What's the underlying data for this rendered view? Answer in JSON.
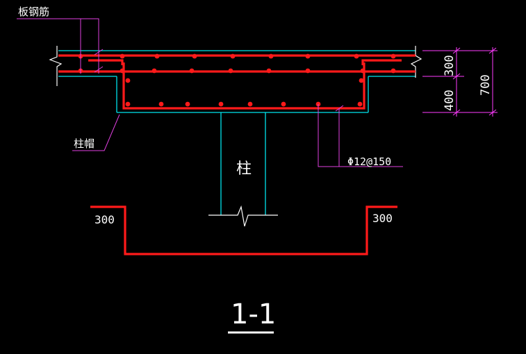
{
  "labels": {
    "slab_rebar": "板钢筋",
    "column_cap": "柱帽",
    "column": "柱",
    "stirrup": "Φ12@150",
    "dim_300": "300",
    "dim_400": "400",
    "dim_700": "700",
    "cap_left_width": "300",
    "cap_right_width": "300",
    "section_title": "1-1"
  },
  "colors": {
    "background": "#000000",
    "rebar": "#ff1a1a",
    "outline": "#00e5ee",
    "leader": "#e040e0",
    "text": "#ffffff",
    "dimension": "#ff3cff"
  }
}
